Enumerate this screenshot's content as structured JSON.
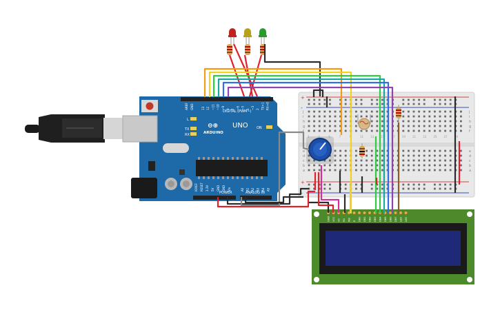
{
  "board": {
    "brand_symbol": "⊖⊕",
    "brand_name": "ARDUINO",
    "model": "UNO",
    "digital_label": "DIGITAL (PWM~)",
    "power_label": "POWER",
    "analog_label": "ANALOG IN",
    "aref_label": "AREF",
    "gnd_label": "GND",
    "on_label": "ON",
    "l_label": "L",
    "tx_label": "TX",
    "rx_label": "RX",
    "power_pins": [
      "IOREF",
      "RESET",
      "3.3V",
      "5V",
      "GND",
      "GND",
      "Vin"
    ],
    "analog_pins": [
      "A0",
      "A1",
      "A2",
      "A3",
      "A4",
      "A5"
    ],
    "digital_pins": [
      "13",
      "12",
      "~11",
      "~10",
      "~9",
      "8",
      "7",
      "~6",
      "~5",
      "4",
      "~3",
      "2",
      "TX>1",
      "RX<0"
    ]
  },
  "breadboard": {
    "row_letters": [
      "j",
      "i",
      "h",
      "g",
      "f",
      "e",
      "d",
      "c",
      "b",
      "a"
    ],
    "rail_plus": "+",
    "rail_minus": "-",
    "columns": [
      "1",
      "3",
      "5",
      "7",
      "9",
      "11",
      "13",
      "15",
      "17",
      "19",
      "21",
      "23",
      "25",
      "27",
      "29"
    ]
  },
  "lcd": {
    "pin_labels": [
      "GND",
      "VCC",
      "V0",
      "RS",
      "RW",
      "E",
      "DB0",
      "DB1",
      "DB2",
      "DB3",
      "DB4",
      "DB5",
      "DB6",
      "DB7",
      "LED",
      "LED"
    ]
  },
  "leds": [
    {
      "color": "red",
      "hex": "#c0221e"
    },
    {
      "color": "yellow",
      "hex": "#b8a018"
    },
    {
      "color": "green",
      "hex": "#2a9a2a"
    }
  ],
  "wire_colors": {
    "red": "#e0202a",
    "black": "#2b2b2b",
    "orange": "#f39c12",
    "yellow": "#f2d21a",
    "green": "#2ecc40",
    "teal": "#18a8a0",
    "blue": "#2f6fe0",
    "purple": "#8e44ad",
    "gray": "#888888",
    "brown": "#8b5a2b",
    "magenta": "#d0309a"
  },
  "board_color": "#1e6aa8",
  "lcd_board_color": "#4c8a2c",
  "lcd_screen_color": "#1e2a78"
}
